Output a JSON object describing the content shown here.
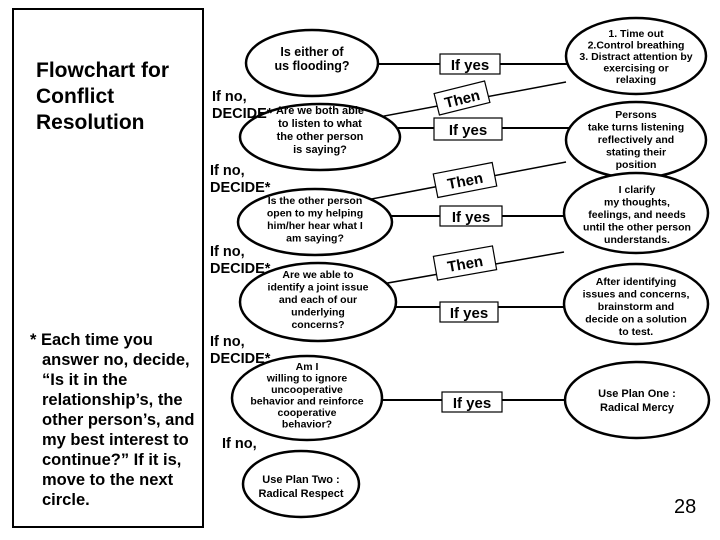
{
  "sidebar": {
    "title": "Flowchart for\nConflict\nResolution",
    "note": "* Each time you answer no, decide, “Is it in the relationship’s, the other person’s, and my best interest to continue?” If it is, move to  the next circle."
  },
  "questions": [
    {
      "lines": [
        "Is either of",
        "us flooding?"
      ]
    },
    {
      "lines": [
        "Are we both able",
        "to listen to what",
        "the other person",
        "is saying?"
      ]
    },
    {
      "lines": [
        "Is the other person",
        "open to my helping",
        "him/her hear what I",
        "am saying?"
      ]
    },
    {
      "lines": [
        "Are we able to",
        "identify a joint issue",
        "and each of our",
        "underlying",
        "concerns?"
      ]
    },
    {
      "lines": [
        "Am I",
        "willing to ignore",
        "uncooperative",
        "behavior and reinforce",
        "cooperative",
        "behavior?"
      ]
    },
    {
      "lines": [
        "Use Plan Two :",
        "Radical Respect"
      ]
    }
  ],
  "actions": [
    {
      "lines": [
        "1. Time out",
        "2.Control breathing",
        "3. Distract attention by",
        "exercising or",
        "relaxing"
      ]
    },
    {
      "lines": [
        "Persons",
        "take turns listening",
        "reflectively and",
        "stating their",
        "position"
      ]
    },
    {
      "lines": [
        "I clarify",
        "my thoughts,",
        "feelings, and needs",
        "until the other person",
        "understands."
      ]
    },
    {
      "lines": [
        "After identifying",
        "issues and concerns,",
        "brainstorm and",
        "decide on a solution",
        "to test."
      ]
    },
    {
      "lines": [
        "Use Plan One :",
        "Radical Mercy"
      ]
    }
  ],
  "if_yes_label": "If yes",
  "then_label": "Then",
  "if_no_lines": [
    "If no,",
    "DECIDE*"
  ],
  "final_if_no": "If no,",
  "slide_number": "28"
}
